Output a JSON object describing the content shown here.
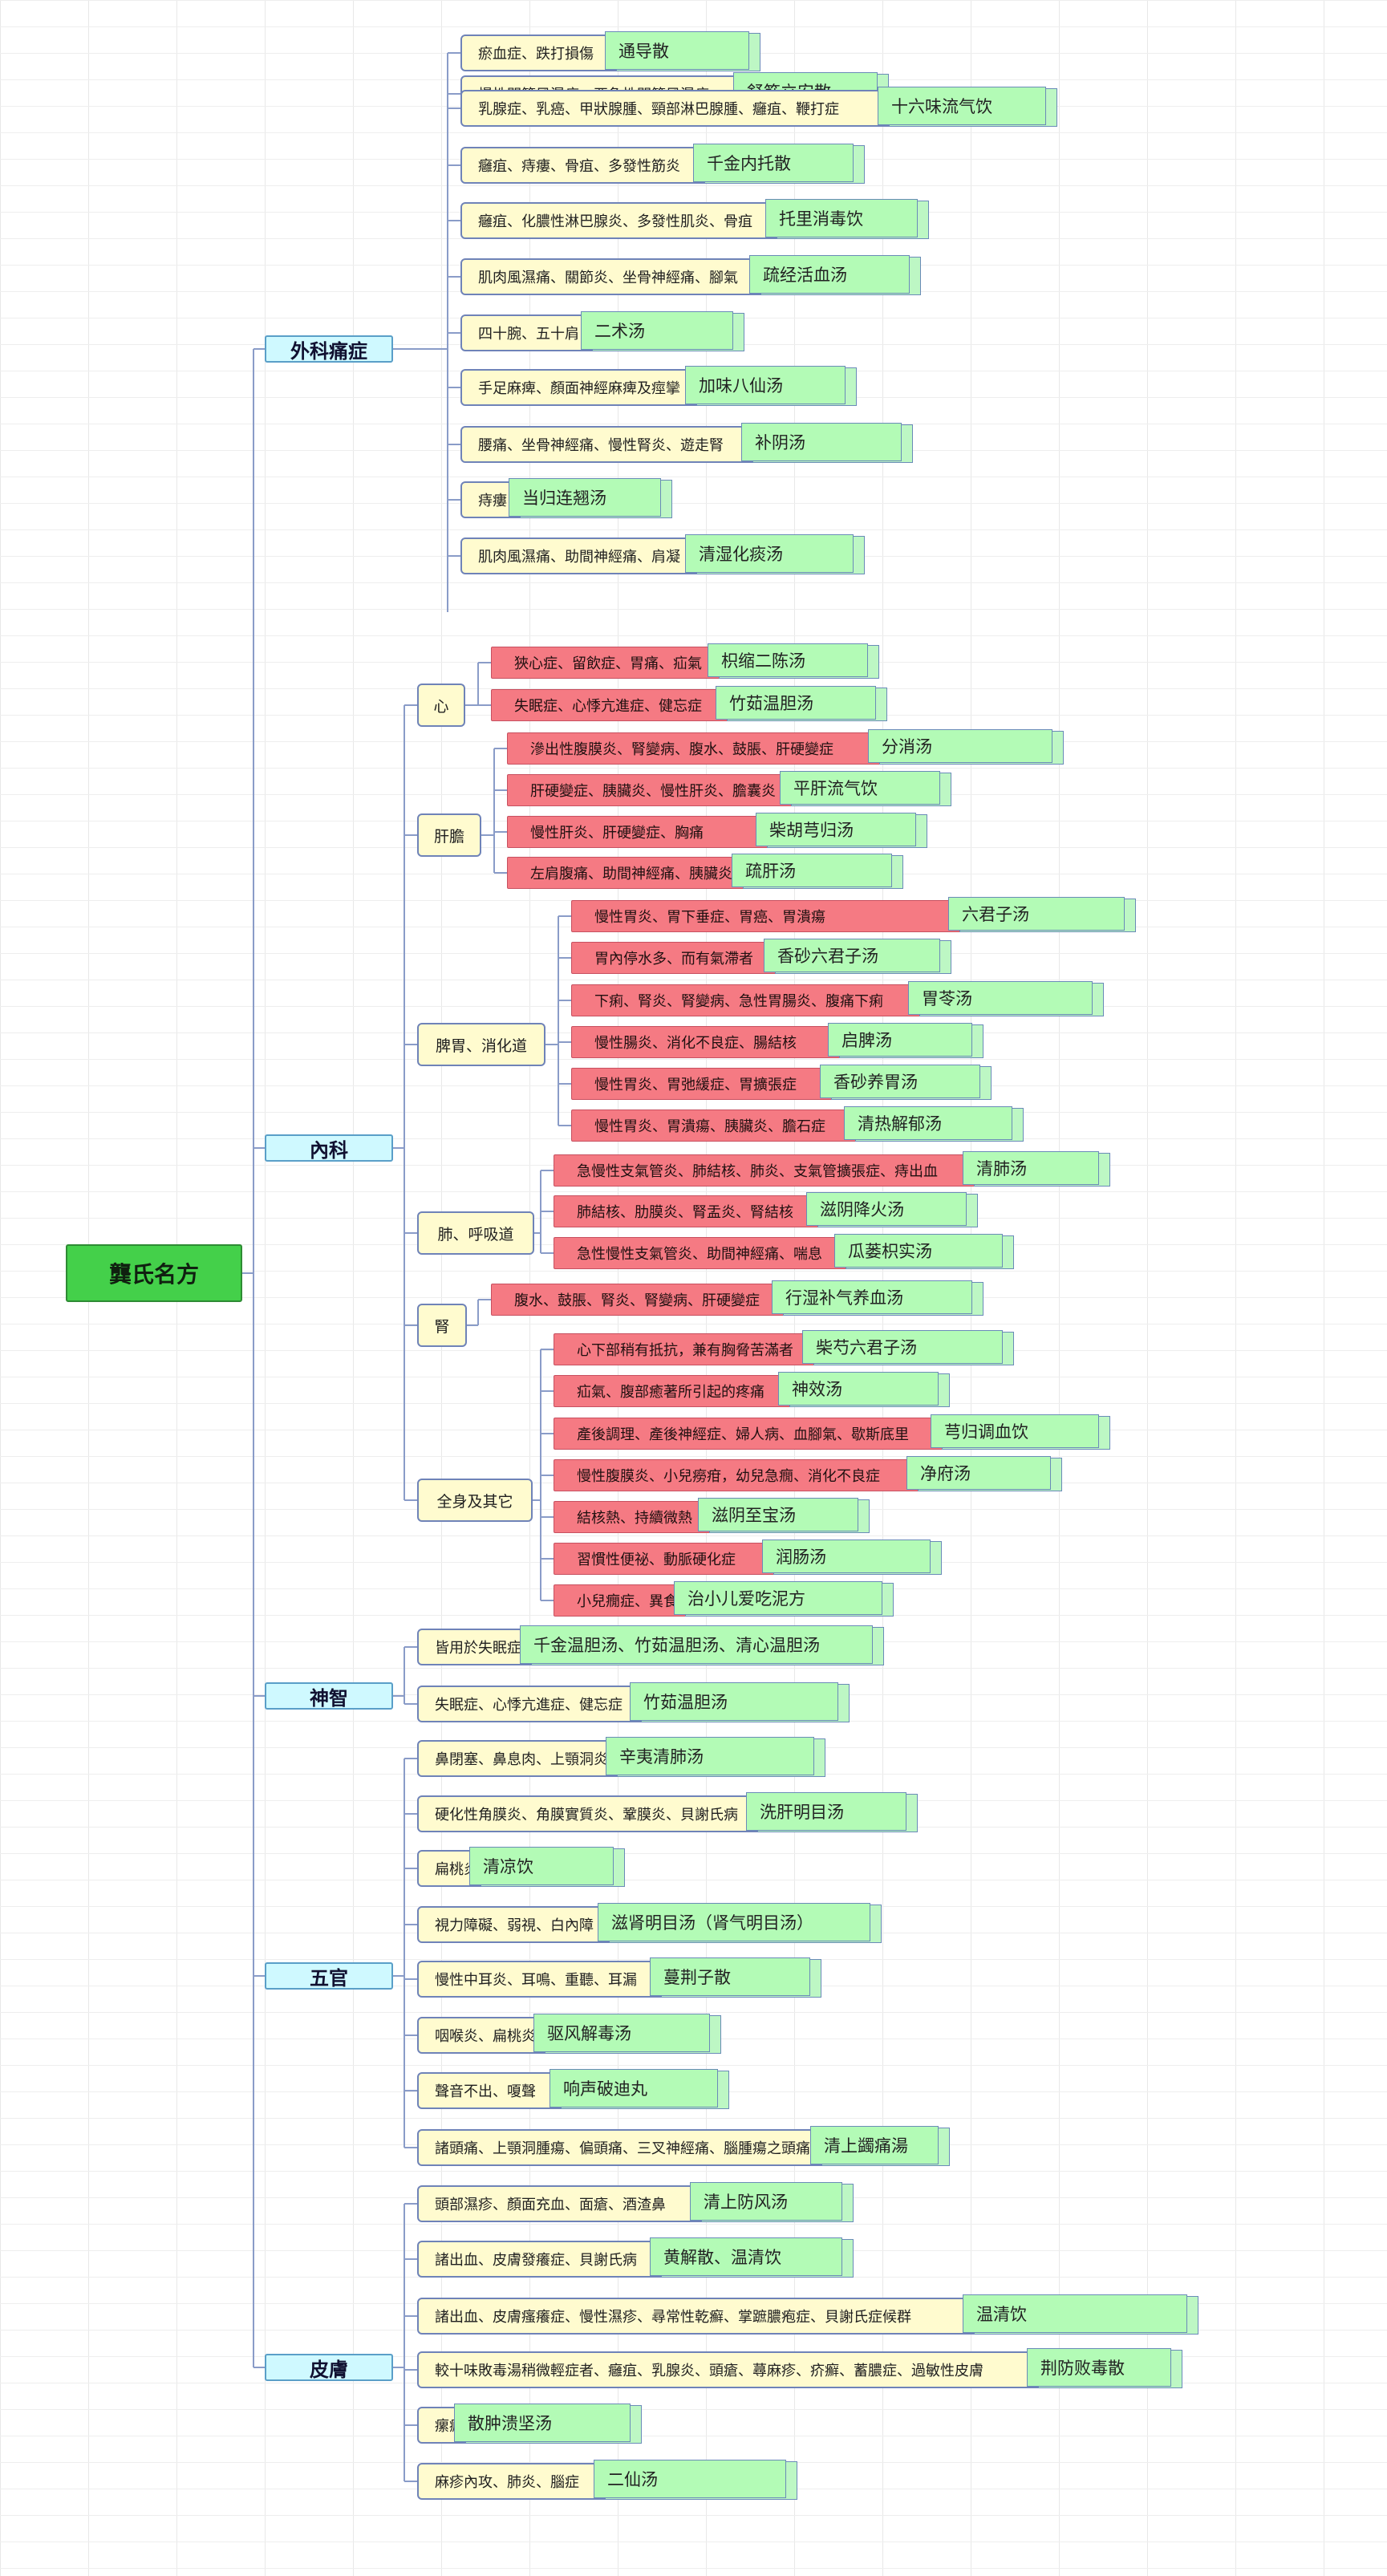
{
  "root": "龔氏名方",
  "categories": [
    {
      "label": "外科痛症",
      "subs": [
        {
          "label": "",
          "items": [
            {
              "s": "瘀血症、跌打損傷",
              "f": "通导散"
            },
            {
              "s": "慢性關節風濕痛、亞急性關節風濕痛",
              "f": "舒筋立安散"
            },
            {
              "s": "乳腺症、乳癌、甲狀腺腫、頸部淋巴腺腫、癰疽、鞭打症",
              "f": "十六味流气饮"
            },
            {
              "s": "癰疽、痔瘻、骨疽、多發性筋炎",
              "f": "千金内托散"
            },
            {
              "s": "癰疽、化膿性淋巴腺炎、多發性肌炎、骨疽",
              "f": "托里消毒饮"
            },
            {
              "s": "肌肉風濕痛、關節炎、坐骨神經痛、腳氣",
              "f": "疏经活血汤"
            },
            {
              "s": "四十腕、五十肩",
              "f": "二术汤"
            },
            {
              "s": "手足麻痺、顏面神經麻痺及痙攣",
              "f": "加味八仙汤"
            },
            {
              "s": "腰痛、坐骨神經痛、慢性腎炎、遊走腎",
              "f": "补阴汤"
            },
            {
              "s": "痔瘻",
              "f": "当归连翘汤"
            },
            {
              "s": "肌肉風濕痛、助間神經痛、肩凝",
              "f": "清湿化痰汤"
            }
          ]
        }
      ]
    },
    {
      "label": "內科",
      "subs": [
        {
          "label": "心",
          "items": [
            {
              "s": "狹心症、留飲症、胃痛、疝氣",
              "f": "枳缩二陈汤"
            },
            {
              "s": "失眠症、心悸亢進症、健忘症",
              "f": "竹茹温胆汤"
            }
          ]
        },
        {
          "label": "肝膽",
          "items": [
            {
              "s": "滲出性腹膜炎、腎變病、腹水、鼓脹、肝硬變症",
              "f": "分消汤"
            },
            {
              "s": "肝硬變症、胰臟炎、慢性肝炎、膽囊炎",
              "f": "平肝流气饮"
            },
            {
              "s": "慢性肝炎、肝硬變症、胸痛",
              "f": "柴胡芎归汤"
            },
            {
              "s": "左肩腹痛、助間神經痛、胰臟炎",
              "f": "疏肝汤"
            }
          ]
        },
        {
          "label": "脾胃、消化道",
          "items": [
            {
              "s": "慢性胃炎、胃下垂症、胃癌、胃潰瘍",
              "f": "六君子汤"
            },
            {
              "s": "胃內停水多、而有氣滯者",
              "f": "香砂六君子汤"
            },
            {
              "s": "下痢、腎炎、腎變病、急性胃腸炎、腹痛下痢",
              "f": "胃苓汤"
            },
            {
              "s": "慢性腸炎、消化不良症、腸結核",
              "f": "启脾汤"
            },
            {
              "s": "慢性胃炎、胃弛緩症、胃擴張症",
              "f": "香砂养胃汤"
            },
            {
              "s": "慢性胃炎、胃潰瘍、胰臟炎、膽石症",
              "f": "清热解郁汤"
            }
          ]
        },
        {
          "label": "肺、呼吸道",
          "items": [
            {
              "s": "急慢性支氣管炎、肺結核、肺炎、支氣管擴張症、痔出血",
              "f": "清肺汤"
            },
            {
              "s": "肺結核、肋膜炎、腎盂炎、腎結核",
              "f": "滋阴降火汤"
            },
            {
              "s": "急性慢性支氣管炎、助間神經痛、喘息",
              "f": "瓜蒌枳实汤"
            }
          ]
        },
        {
          "label": "腎",
          "items": [
            {
              "s": "腹水、鼓脹、腎炎、腎變病、肝硬變症",
              "f": "行湿补气养血汤"
            }
          ]
        },
        {
          "label": "全身及其它",
          "items": [
            {
              "s": "心下部稍有抵抗，兼有胸脅苦滿者",
              "f": "柴芍六君子汤"
            },
            {
              "s": "疝氣、腹部癒著所引起的疼痛",
              "f": "神效汤"
            },
            {
              "s": "產後調理、產後神經症、婦人病、血腳氣、歇斯底里",
              "f": "芎归调血饮"
            },
            {
              "s": "慢性腹膜炎、小兒癆疳，幼兒急癇、消化不良症",
              "f": "净府汤"
            },
            {
              "s": "結核熱、持續微熱",
              "f": "滋阴至宝汤"
            },
            {
              "s": "習慣性便祕、動脈硬化症",
              "f": "润肠汤"
            },
            {
              "s": "小兒癇症、異食症",
              "f": "治小儿爱吃泥方"
            }
          ]
        }
      ]
    },
    {
      "label": "神智",
      "subs": [
        {
          "label": "",
          "items": [
            {
              "s": "皆用於失眠症",
              "f": "千金温胆汤、竹茹温胆汤、清心温胆汤"
            },
            {
              "s": "失眠症、心悸亢進症、健忘症",
              "f": "竹茹温胆汤"
            }
          ]
        }
      ]
    },
    {
      "label": "五官",
      "subs": [
        {
          "label": "",
          "items": [
            {
              "s": "鼻閉塞、鼻息肉、上顎洞炎",
              "f": "辛夷清肺汤"
            },
            {
              "s": "硬化性角膜炎、角膜實質炎、鞏膜炎、貝謝氏病",
              "f": "洗肝明目汤"
            },
            {
              "s": "扁桃炎",
              "f": "清凉饮"
            },
            {
              "s": "視力障礙、弱視、白內障",
              "f": "滋肾明目汤（肾气明目汤）"
            },
            {
              "s": "慢性中耳炎、耳鳴、重聽、耳漏",
              "f": "蔓荆子散"
            },
            {
              "s": "咽喉炎、扁桃炎",
              "f": "驱风解毒汤"
            },
            {
              "s": "聲音不出、嗄聲",
              "f": "响声破迪丸"
            },
            {
              "s": "諸頭痛、上顎洞腫瘍、偏頭痛、三叉神經痛、腦腫瘍之頭痛",
              "f": "清上蠲痛湯"
            }
          ]
        }
      ]
    },
    {
      "label": "皮膚",
      "subs": [
        {
          "label": "",
          "items": [
            {
              "s": "頭部濕疹、顏面充血、面瘡、酒渣鼻",
              "f": "清上防风汤"
            },
            {
              "s": "諸出血、皮膚發癢症、貝謝氏病",
              "f": "黄解散、温清饮"
            },
            {
              "s": "諸出血、皮膚瘙癢症、慢性濕疹、尋常性乾癬、掌蹠膿疱症、貝謝氏症候群",
              "f": "温清饮"
            },
            {
              "s": "較十味敗毒湯稍微輕症者、癰疽、乳腺炎、頭瘡、蕁麻疹、疥癬、蓄膿症、過敏性皮膚",
              "f": "荆防败毒散"
            },
            {
              "s": "瘰癧",
              "f": "散肿溃坚汤"
            },
            {
              "s": "麻疹內攻、肺炎、腦症",
              "f": "二仙汤"
            }
          ]
        }
      ]
    }
  ],
  "colors": {
    "root": "#44d04a",
    "category": "#cff9ff",
    "subcategory": "#fffbcf",
    "symptom_yellow": "#fffbcf",
    "symptom_red": "#f57a83",
    "formula": "#b3fbb6",
    "connector": "#6f83b8"
  }
}
